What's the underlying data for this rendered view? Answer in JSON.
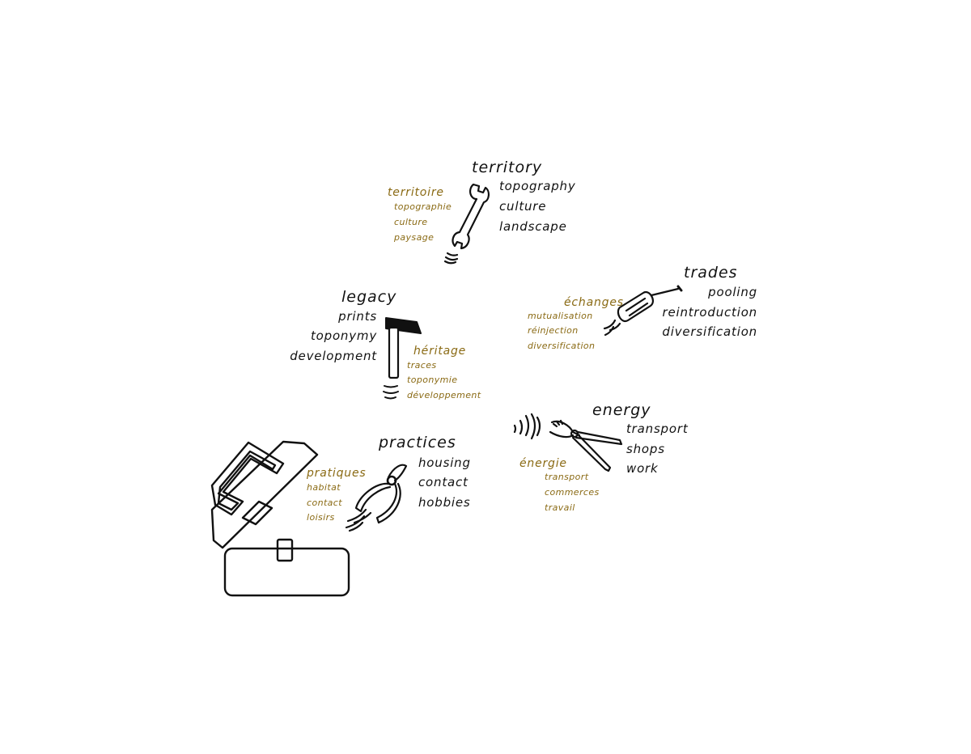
{
  "groups": {
    "territory": {
      "en_title": "territory",
      "en_items": [
        "topography",
        "culture",
        "landscape"
      ],
      "fr_title": "territoire",
      "fr_items": [
        "topographie",
        "culture",
        "paysage"
      ],
      "icon": "wrench-icon"
    },
    "trades": {
      "en_title": "trades",
      "en_items": [
        "pooling",
        "reintroduction",
        "diversification"
      ],
      "fr_title": "échanges",
      "fr_items": [
        "mutualisation",
        "réinjection",
        "diversification"
      ],
      "icon": "screwdriver-icon"
    },
    "legacy": {
      "en_title": "legacy",
      "en_items": [
        "prints",
        "toponymy",
        "development"
      ],
      "fr_title": "héritage",
      "fr_items": [
        "traces",
        "toponymie",
        "développement"
      ],
      "icon": "hammer-icon"
    },
    "energy": {
      "en_title": "energy",
      "en_items": [
        "transport",
        "shops",
        "work"
      ],
      "fr_title": "énergie",
      "fr_items": [
        "transport",
        "commerces",
        "travail"
      ],
      "icon": "pliers-icon"
    },
    "practices": {
      "en_title": "practices",
      "en_items": [
        "housing",
        "contact",
        "hobbies"
      ],
      "fr_title": "pratiques",
      "fr_items": [
        "habitat",
        "contact",
        "loisirs"
      ],
      "icon": "cutting-pliers-icon"
    }
  },
  "colors": {
    "english_text": "#111111",
    "french_text": "#8a6a14",
    "line": "#111111",
    "background": "#ffffff"
  }
}
